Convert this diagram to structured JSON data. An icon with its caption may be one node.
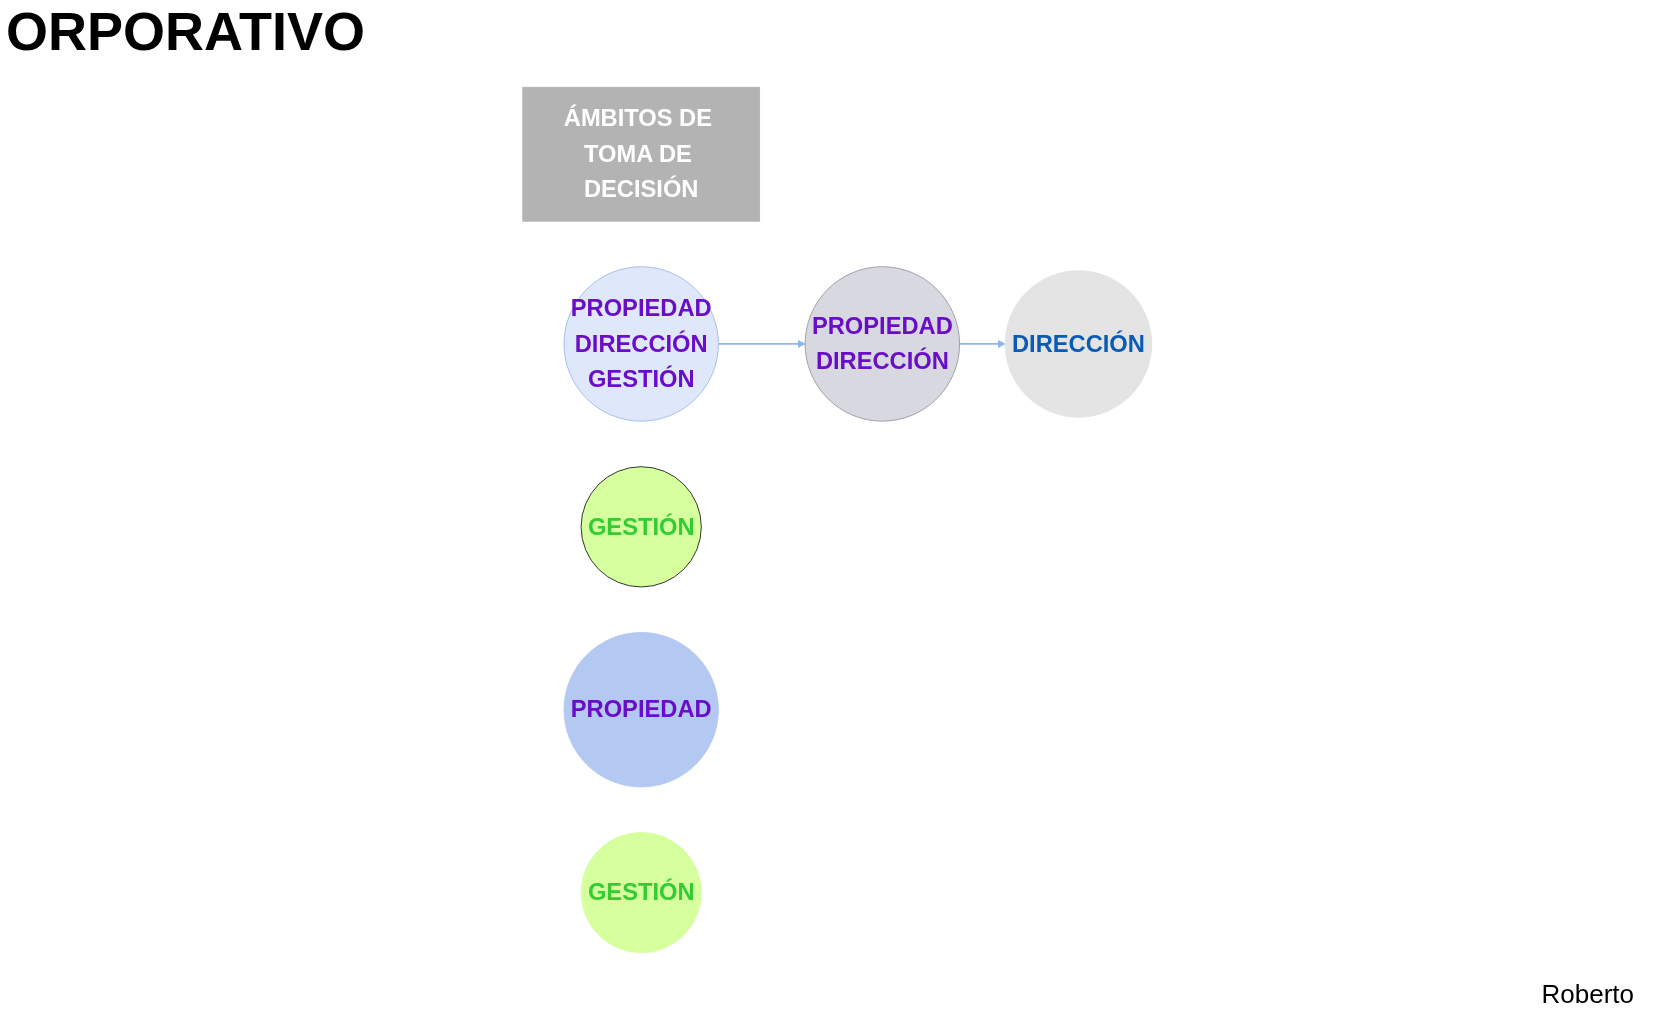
{
  "diagram": {
    "title": "ORPORATIVO",
    "nodes": [
      {
        "text": [
          "ÁMBITOS DE TOMA DE DECISIÓN"
        ]
      },
      {
        "text": [
          "PROPIEDAD",
          "DIRECCIÓN",
          "GESTIÓN"
        ]
      },
      {
        "text": [
          "PROPIEDAD",
          "DIRECCIÓN"
        ]
      },
      {
        "text": [
          "GESTIÓN"
        ]
      },
      {
        "text": [
          "PROPIEDAD"
        ]
      },
      {
        "text": [
          "DIRECCIÓN"
        ]
      },
      {
        "text": [
          "GESTIÓN"
        ]
      }
    ],
    "edges": [
      {
        "from": 1,
        "to": 2,
        "arrow": "to",
        "color": "#8fb4e8"
      },
      {
        "from": 2,
        "to": 5,
        "arrow": "to",
        "color": "#8fb4e8"
      }
    ],
    "labels": [
      "Roberto"
    ]
  }
}
